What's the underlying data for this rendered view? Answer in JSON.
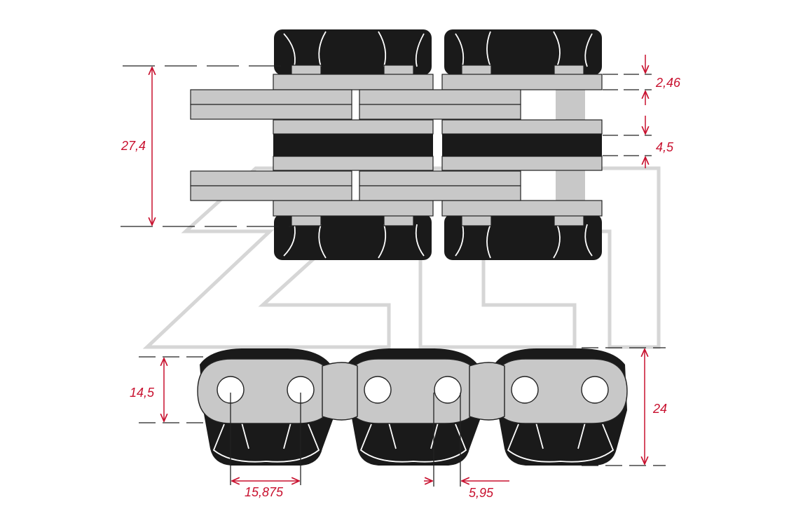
{
  "colors": {
    "dimension": "#c8102e",
    "rubber": "#1a1a1a",
    "plate": "#c8c8c8",
    "outline": "#222222",
    "watermark": "#d6d6d6"
  },
  "watermark": {
    "icon": "logo-watermark-icon"
  },
  "dimensions": {
    "overall_width": "27,4",
    "plate_thickness": "2,46",
    "rubber_thickness": "4,5",
    "plate_height": "14,5",
    "overall_height": "24",
    "pitch": "15,875",
    "pad_offset": "5,95"
  }
}
